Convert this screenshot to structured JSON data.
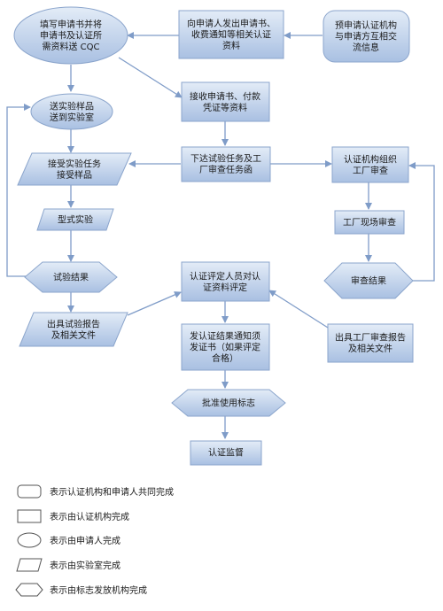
{
  "nodes": {
    "fill_application": [
      "填写申请书并将",
      "申请书及认证所",
      "需资料送 CQC"
    ],
    "send_notice": [
      "向申请人发出申请书、",
      "收费通知等相关认证",
      "资料"
    ],
    "pre_application": [
      "预申请认证机构",
      "与申请方互相交",
      "流信息"
    ],
    "receive_application": [
      "接收申请书、付款",
      "凭证等资料"
    ],
    "send_samples": [
      "送实验样品",
      "送到实验室"
    ],
    "issue_tasks": [
      "下达试验任务及工",
      "厂审查任务函"
    ],
    "org_factory_audit": [
      "认证机构组织",
      "工厂审查"
    ],
    "accept_task": [
      "接受实验任务",
      "接受样品"
    ],
    "type_test": [
      "型式实验"
    ],
    "factory_onsite_audit": [
      "工厂现场审查"
    ],
    "test_result": [
      "试验结果"
    ],
    "evaluation": [
      "认证评定人员对认",
      "证资料评定"
    ],
    "audit_result": [
      "审查结果"
    ],
    "test_report": [
      "出具试验报告",
      "及相关文件"
    ],
    "notify_result": [
      "发认证结果通知须",
      "发证书（如果评定",
      "合格）"
    ],
    "audit_report": [
      "出具工厂审查报告",
      "及相关文件"
    ],
    "approve_mark": [
      "批准使用标志"
    ],
    "supervision": [
      "认证监督"
    ]
  },
  "legend": [
    {
      "shape": "rounded-rect",
      "label": "表示认证机构和申请人共同完成"
    },
    {
      "shape": "rect",
      "label": "表示由认证机构完成"
    },
    {
      "shape": "ellipse",
      "label": "表示由申请人完成"
    },
    {
      "shape": "parallelogram",
      "label": "表示由实验室完成"
    },
    {
      "shape": "hexagon",
      "label": "表示由标志发放机构完成"
    }
  ],
  "colors": {
    "node_fill_top": "#e3ecf7",
    "node_fill_bottom": "#a9c0e2",
    "node_stroke": "#8ba5cc",
    "arrow": "#7f9cc8",
    "legend_stroke": "#555555"
  }
}
